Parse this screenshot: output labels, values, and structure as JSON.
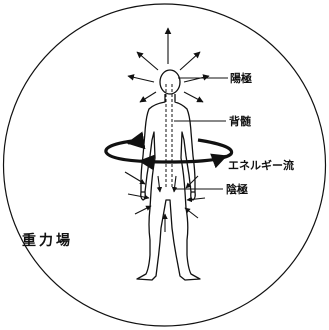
{
  "labels": {
    "anode": "陽極",
    "spinal_cord": "背髄",
    "energy_flow": "エネルギー流",
    "cathode": "陰極",
    "gravity_field": "重力場"
  },
  "colors": {
    "ink": "#111111",
    "background": "#ffffff"
  }
}
